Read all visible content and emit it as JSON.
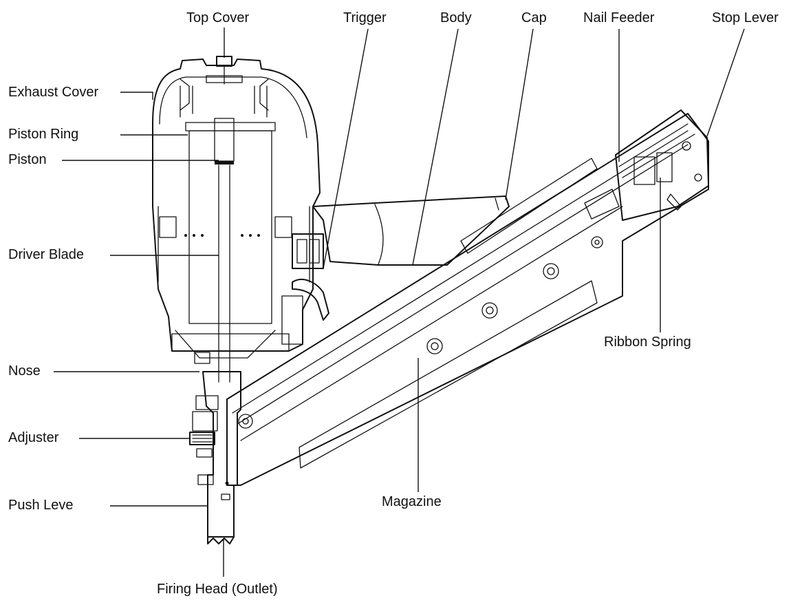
{
  "diagram": {
    "labels": {
      "top_cover": "Top Cover",
      "trigger": "Trigger",
      "body": "Body",
      "cap": "Cap",
      "nail_feeder": "Nail Feeder",
      "stop_lever": "Stop Lever",
      "exhaust_cover": "Exhaust Cover",
      "piston_ring": "Piston Ring",
      "piston": "Piston",
      "driver_blade": "Driver Blade",
      "ribbon_spring": "Ribbon Spring",
      "nose": "Nose",
      "adjuster": "Adjuster",
      "push_leve": "Push Leve",
      "magazine": "Magazine",
      "firing_head": "Firing Head (Outlet)"
    }
  }
}
